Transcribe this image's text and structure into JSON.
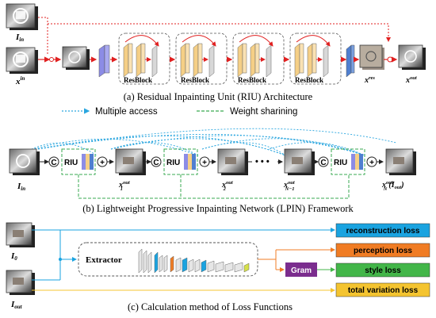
{
  "section_a": {
    "caption": "(a) Residual Inpainting Unit (RIU) Architecture",
    "input_mask_label": "I",
    "input_mask_sub": "in",
    "input_label": "x",
    "input_sup": "in",
    "resblocks": [
      "ResBlock",
      "ResBlock",
      "ResBlock",
      "ResBlock"
    ],
    "res_label": "x",
    "res_sup": "res",
    "out_label": "x",
    "out_sup": "out"
  },
  "legend": {
    "multiple_access": "Multiple access",
    "weight_sharing": "Weight sharining"
  },
  "section_b": {
    "caption": "(b) Lightweight Progressive Inpainting Network (LPIN) Framework",
    "riu_label": "RIU",
    "concat_symbol": "C",
    "plus_symbol": "+",
    "input_label": "I",
    "input_sub": "in",
    "outputs": [
      {
        "base": "x",
        "sup": "out",
        "sub": "1"
      },
      {
        "base": "x",
        "sup": "out",
        "sub": "2"
      },
      {
        "base": "x",
        "sup": "out",
        "sub": "N−1"
      },
      {
        "base": "x",
        "sup": "out",
        "sub": "N",
        "suffix": "(I",
        "suffix_sub": "out",
        "suffix_end": ")"
      }
    ],
    "dots": "• • •"
  },
  "section_c": {
    "caption": "(c) Calculation method of Loss Functions",
    "i0_label": "I",
    "i0_sub": "0",
    "iout_label": "I",
    "iout_sub": "out",
    "extractor_label": "Extractor",
    "gram_label": "Gram",
    "losses": [
      {
        "label": "reconstruction loss",
        "color": "#1aa3e0"
      },
      {
        "label": "perception loss",
        "color": "#f07c24"
      },
      {
        "label": "style loss",
        "color": "#43b649"
      },
      {
        "label": "total variation loss",
        "color": "#f4c430"
      }
    ],
    "gram_color": "#7b2d8e"
  },
  "colors": {
    "arrow_red": "#e02020",
    "access_blue": "#2aa6df",
    "share_green": "#3aaa52",
    "conv_purple": "#8c8ce6",
    "conv_yellow": "#f5cf86",
    "conv_blue": "#4f7fd0",
    "line_cyan": "#1aa3e0",
    "line_orange": "#f07c24",
    "line_yellow": "#f4c430"
  }
}
